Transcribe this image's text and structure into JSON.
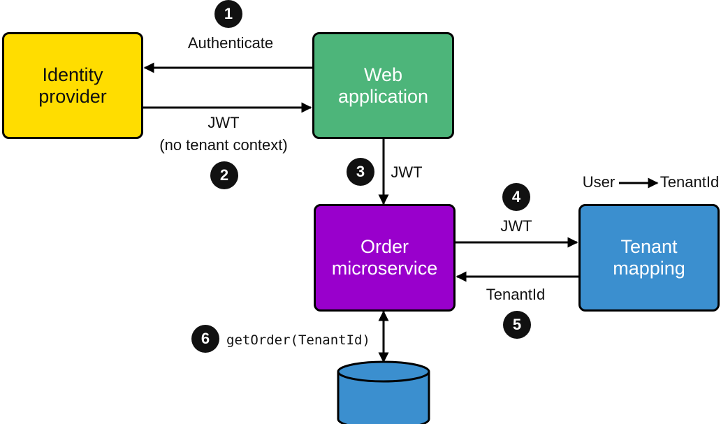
{
  "nodes": {
    "identity_provider": {
      "line1": "Identity",
      "line2": "provider",
      "color": "#FFDD00"
    },
    "web_application": {
      "line1": "Web",
      "line2": "application",
      "color": "#4DB57A"
    },
    "order_microservice": {
      "line1": "Order",
      "line2": "microservice",
      "color": "#9900CC"
    },
    "tenant_mapping": {
      "line1": "Tenant",
      "line2": "mapping",
      "color": "#3B8FCF"
    },
    "database": {
      "color": "#3B8FCF"
    }
  },
  "edges": {
    "authenticate": {
      "step": "1",
      "label": "Authenticate"
    },
    "jwt_no_context": {
      "step": "2",
      "label_line1": "JWT",
      "label_line2": "(no tenant context)"
    },
    "jwt_to_order": {
      "step": "3",
      "label": "JWT"
    },
    "jwt_to_mapping": {
      "step": "4",
      "label": "JWT"
    },
    "tenantid_back": {
      "step": "5",
      "label": "TenantId"
    },
    "get_order": {
      "step": "6",
      "label": "getOrder(TenantId)"
    }
  },
  "legend": {
    "from": "User",
    "to": "TenantId"
  }
}
